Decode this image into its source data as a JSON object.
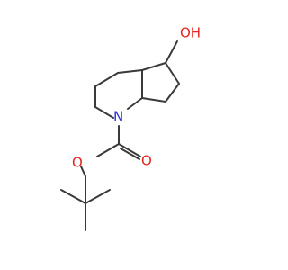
{
  "molecule": {
    "atoms": [
      {
        "id": "OH",
        "label": "OH",
        "color": "#e8231f"
      },
      {
        "id": "N",
        "label": "N",
        "color": "#2c2cdd"
      },
      {
        "id": "O_ester",
        "label": "O",
        "color": "#e8231f"
      },
      {
        "id": "O_carbonyl",
        "label": "O",
        "color": "#e8231f"
      }
    ],
    "bond_color": "#3a3a3a"
  }
}
